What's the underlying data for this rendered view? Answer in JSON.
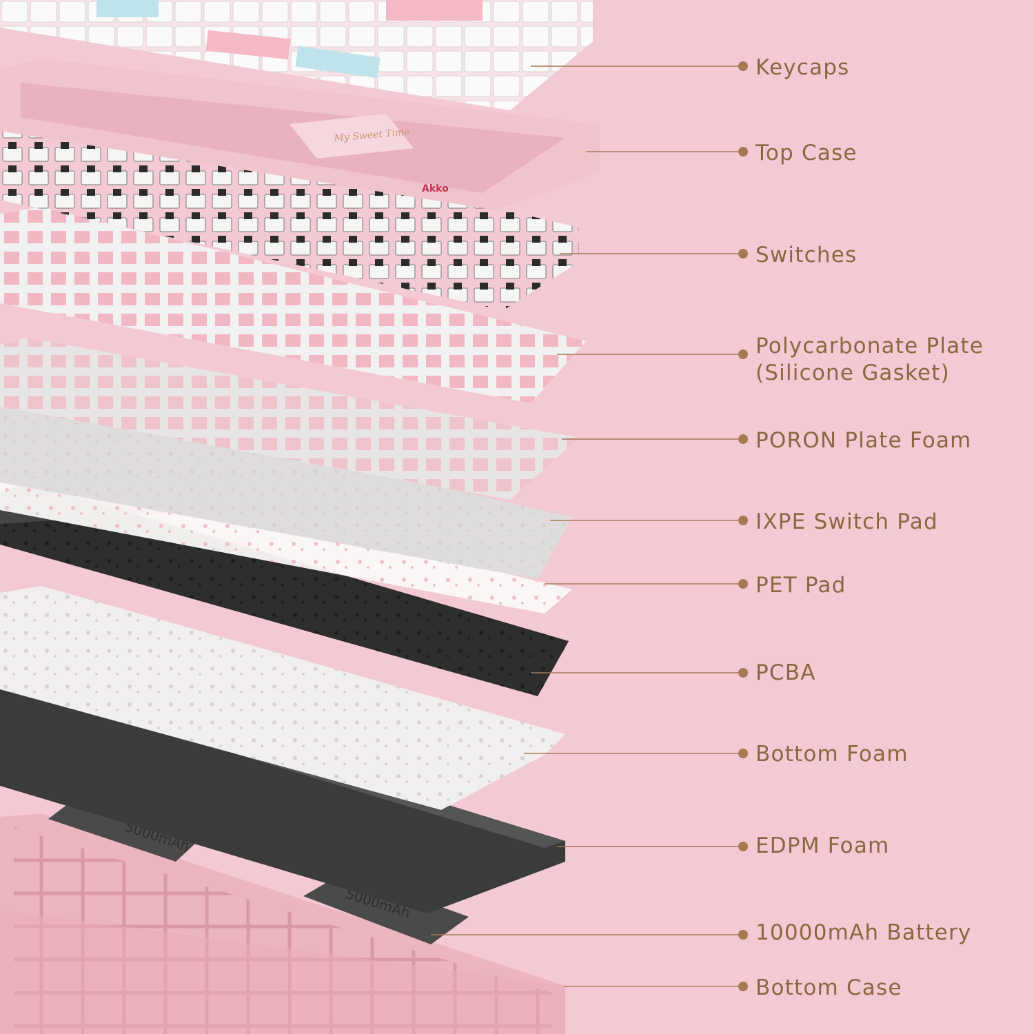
{
  "colors": {
    "background": "#f3cad3",
    "callout": "#a67a52",
    "label_text": "#8f6440",
    "pink_case": "#eebcc6",
    "white_plate": "#efeded",
    "dark_foam": "#3e3e3e"
  },
  "top_case": {
    "brand": "Akko",
    "engraving": "My Sweet Time"
  },
  "batteries": [
    {
      "marking": "5000mAh"
    },
    {
      "marking": "5000mAh"
    }
  ],
  "layers": [
    {
      "id": "keycaps",
      "lines": [
        "Keycaps"
      ]
    },
    {
      "id": "top-case",
      "lines": [
        "Top Case"
      ]
    },
    {
      "id": "switches",
      "lines": [
        "Switches"
      ]
    },
    {
      "id": "polycarbonate-plate",
      "lines": [
        "Polycarbonate Plate",
        "(Silicone Gasket)"
      ]
    },
    {
      "id": "poron-plate-foam",
      "lines": [
        "PORON Plate Foam"
      ]
    },
    {
      "id": "ixpe-switch-pad",
      "lines": [
        "IXPE Switch Pad"
      ]
    },
    {
      "id": "pet-pad",
      "lines": [
        "PET Pad"
      ]
    },
    {
      "id": "pcba",
      "lines": [
        "PCBA"
      ]
    },
    {
      "id": "bottom-foam",
      "lines": [
        "Bottom Foam"
      ]
    },
    {
      "id": "edpm-foam",
      "lines": [
        "EDPM Foam"
      ]
    },
    {
      "id": "battery",
      "lines": [
        "10000mAh Battery"
      ]
    },
    {
      "id": "bottom-case",
      "lines": [
        "Bottom Case"
      ]
    }
  ]
}
